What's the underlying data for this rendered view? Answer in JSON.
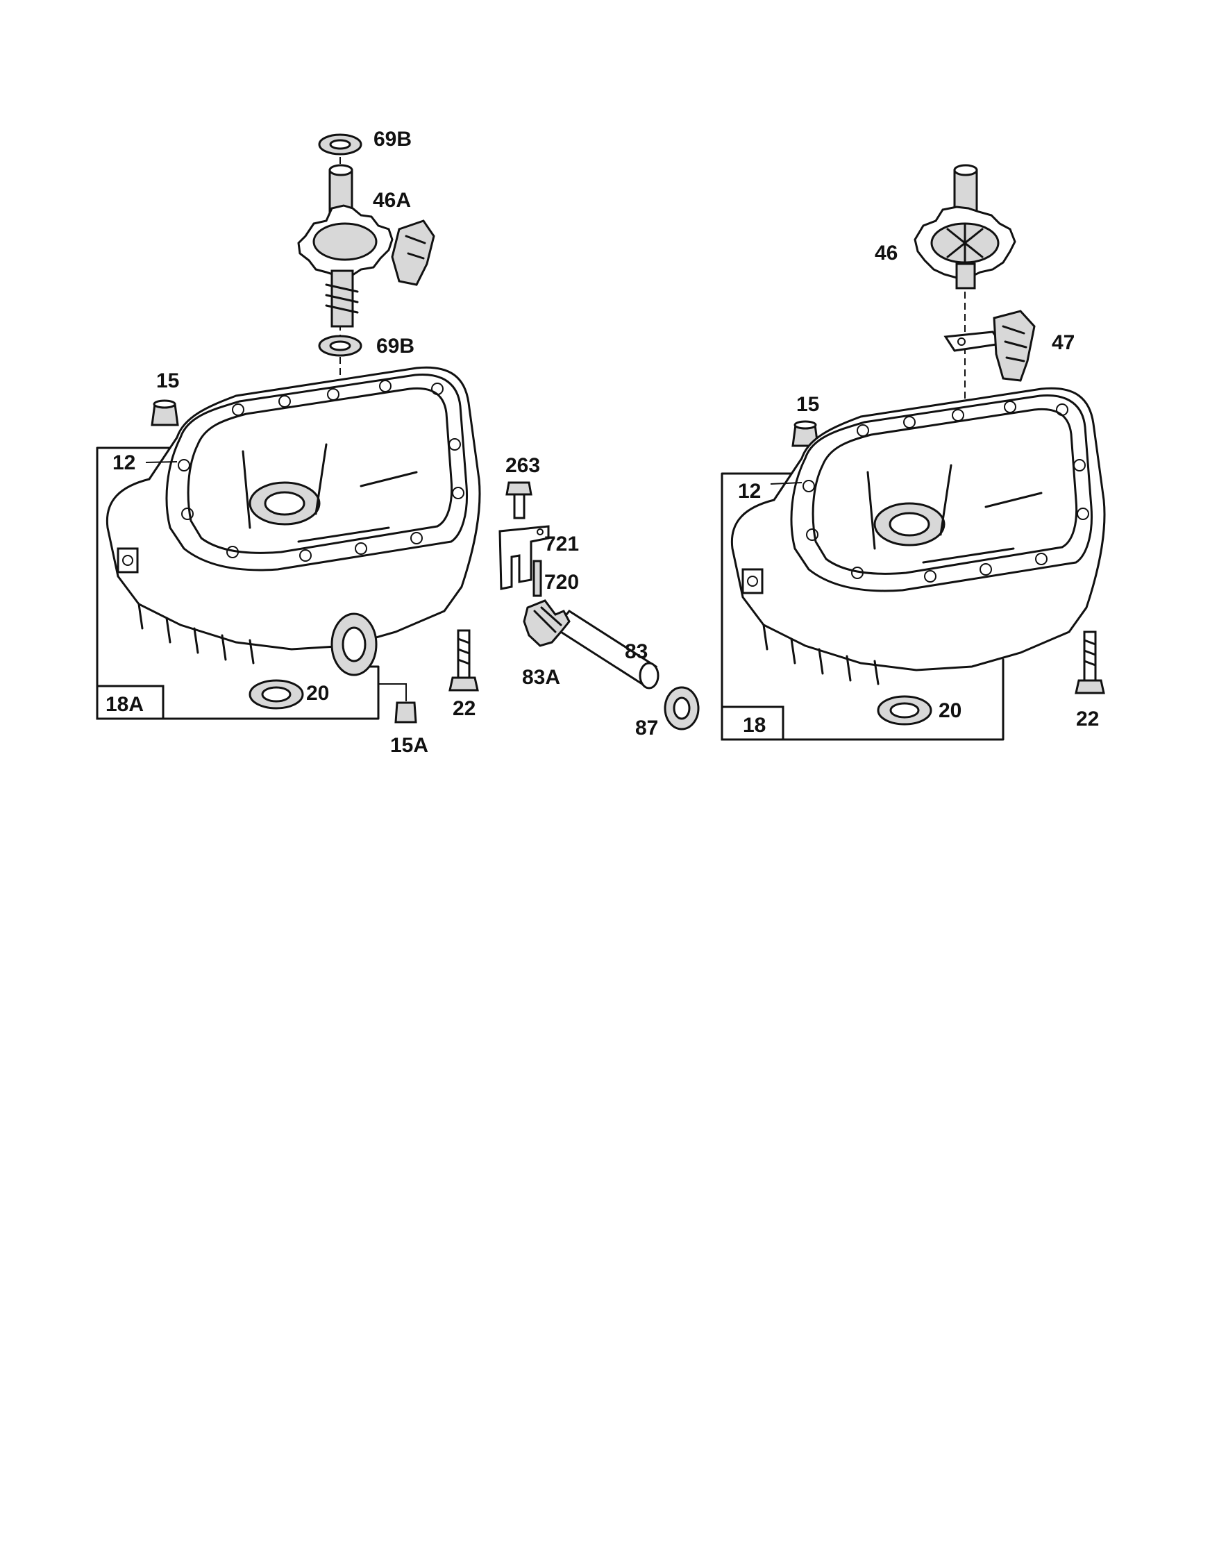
{
  "diagram": {
    "left_assembly": {
      "box_label": "18A",
      "labels": {
        "washer_top": "69B",
        "camshaft": "46A",
        "washer_bottom": "69B",
        "breather": "15",
        "gasket": "12",
        "bearing": "20",
        "plug": "15A",
        "bolt": "22",
        "screw": "263",
        "bracket": "721",
        "pin": "720",
        "shaft": "83",
        "gear": "83A",
        "seal": "87"
      }
    },
    "right_assembly": {
      "box_label": "18",
      "labels": {
        "camshaft": "46",
        "governor": "47",
        "breather": "15",
        "gasket": "12",
        "bearing": "20",
        "bolt": "22"
      }
    }
  }
}
